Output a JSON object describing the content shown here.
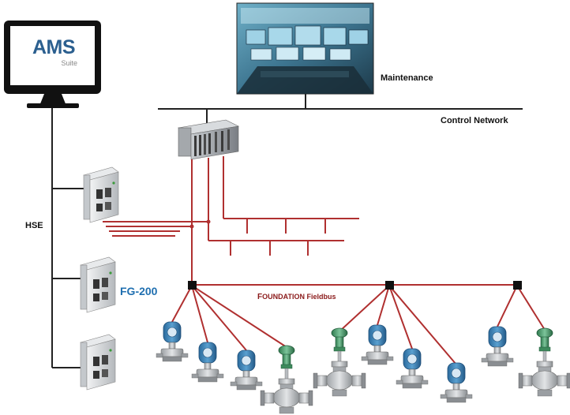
{
  "monitor": {
    "brand": "AMS",
    "sub": "Suite"
  },
  "labels": {
    "maintenance": "Maintenance",
    "control_network": "Control Network",
    "hse": "HSE",
    "fg200": "FG-200",
    "fieldbus_prefix_cap": "F",
    "fieldbus_prefix_small": "OUNDATION",
    "fieldbus_suffix": " Fieldbus"
  },
  "colors": {
    "network_line": "#222222",
    "fieldbus_line": "#b03030",
    "fieldbus_text": "#8b1a1a",
    "brand_blue": "#2b5f8f",
    "fg_blue": "#1f6fb0",
    "transmitter_blue": "#3a7fb8",
    "valve_green": "#4a9a6a"
  },
  "icons": [
    "monitor-icon",
    "control-room-photo",
    "controller-rack-icon",
    "gateway-device-icon",
    "junction-box-icon",
    "pressure-transmitter-icon",
    "control-valve-icon"
  ]
}
